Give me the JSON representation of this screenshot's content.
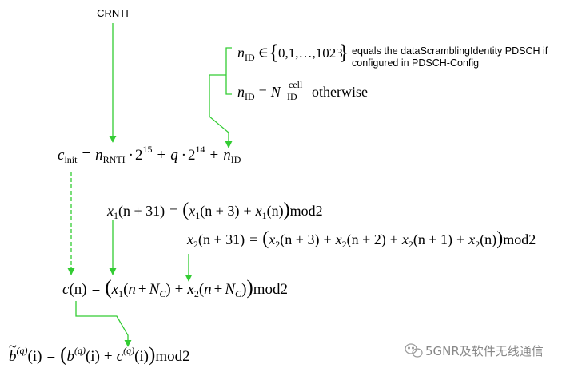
{
  "labels": {
    "crnti": "CRNTI",
    "equals_note_line1": "equals the dataScramblingIdentity PDSCH if",
    "equals_note_line2": "configured in PDSCH-Config",
    "otherwise": "otherwise"
  },
  "math": {
    "n": "n",
    "id_sub": "ID",
    "element_of": "∈",
    "id_range": "0,1,…,1023",
    "equals": "=",
    "N": "N",
    "cell_sup": "cell",
    "c": "c",
    "init_sub": "init",
    "rnti_sub": "RNTI",
    "dot": "·",
    "two": "2",
    "exp15": "15",
    "plus": "+",
    "q": "q",
    "exp14": "14",
    "x": "x",
    "sub1": "1",
    "sub2": "2",
    "n_plus_31": "(n + 31)",
    "n_plus_3": "(n + 3)",
    "n_plus_2": "(n + 2)",
    "n_plus_1": "(n + 1)",
    "n_paren": "(n)",
    "mod2": "mod2",
    "lparen_big": "(",
    "rparen_big": ")",
    "lparen": "(",
    "rparen": ")",
    "C_sub": "C",
    "b": "b",
    "tilde": "~",
    "q_sup": "(q)",
    "i_paren": "(i)"
  },
  "watermark": {
    "text": "5GNR及软件无线通信",
    "icon": "wechat-icon"
  },
  "colors": {
    "arrow": "#33cc33",
    "text": "#000000",
    "watermark": "#888888"
  }
}
